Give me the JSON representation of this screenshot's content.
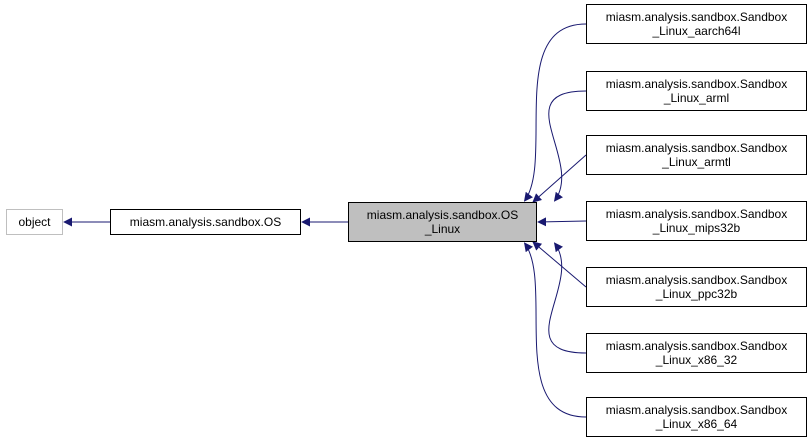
{
  "colors": {
    "edge": "#191970",
    "focus_fill": "#bfbfbf",
    "border": "#000000",
    "muted_border": "#bfbfbf"
  },
  "nodes": {
    "object": {
      "lines": [
        "object"
      ]
    },
    "os": {
      "lines": [
        "miasm.analysis.sandbox.OS"
      ]
    },
    "os_linux": {
      "lines": [
        "miasm.analysis.sandbox.OS",
        "_Linux"
      ]
    },
    "aarch64l": {
      "lines": [
        "miasm.analysis.sandbox.Sandbox",
        "_Linux_aarch64l"
      ]
    },
    "arml": {
      "lines": [
        "miasm.analysis.sandbox.Sandbox",
        "_Linux_arml"
      ]
    },
    "armtl": {
      "lines": [
        "miasm.analysis.sandbox.Sandbox",
        "_Linux_armtl"
      ]
    },
    "mips32b": {
      "lines": [
        "miasm.analysis.sandbox.Sandbox",
        "_Linux_mips32b"
      ]
    },
    "ppc32b": {
      "lines": [
        "miasm.analysis.sandbox.Sandbox",
        "_Linux_ppc32b"
      ]
    },
    "x86_32": {
      "lines": [
        "miasm.analysis.sandbox.Sandbox",
        "_Linux_x86_32"
      ]
    },
    "x86_64": {
      "lines": [
        "miasm.analysis.sandbox.Sandbox",
        "_Linux_x86_64"
      ]
    }
  },
  "edges": [
    {
      "from": "os",
      "to": "object"
    },
    {
      "from": "os_linux",
      "to": "os"
    },
    {
      "from": "aarch64l",
      "to": "os_linux"
    },
    {
      "from": "arml",
      "to": "os_linux"
    },
    {
      "from": "armtl",
      "to": "os_linux"
    },
    {
      "from": "mips32b",
      "to": "os_linux"
    },
    {
      "from": "ppc32b",
      "to": "os_linux"
    },
    {
      "from": "x86_32",
      "to": "os_linux"
    },
    {
      "from": "x86_64",
      "to": "os_linux"
    }
  ]
}
